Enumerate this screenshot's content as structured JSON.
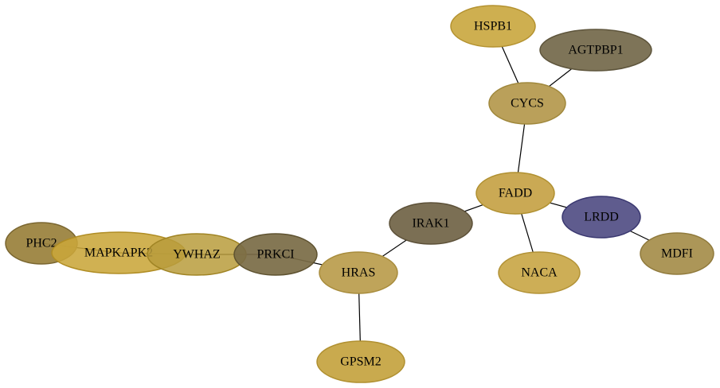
{
  "graph": {
    "nodes": [
      {
        "id": "PHC2",
        "label": "PHC2",
        "color": "#9c8440",
        "stroke": "#7a6630",
        "alpha": 0.95
      },
      {
        "id": "MAPKAPK2",
        "label": "MAPKAPK2",
        "color": "#c9a63a",
        "stroke": "#b08d24",
        "alpha": 0.88
      },
      {
        "id": "YWHAZ",
        "label": "YWHAZ",
        "color": "#b99c3c",
        "stroke": "#a08424",
        "alpha": 0.85
      },
      {
        "id": "PRKCI",
        "label": "PRKCI",
        "color": "#7a6b45",
        "stroke": "#5e5230",
        "alpha": 0.92
      },
      {
        "id": "HRAS",
        "label": "HRAS",
        "color": "#bfa45a",
        "stroke": "#a88c3c",
        "alpha": 1
      },
      {
        "id": "GPSM2",
        "label": "GPSM2",
        "color": "#c9aa4e",
        "stroke": "#b09030",
        "alpha": 1
      },
      {
        "id": "IRAK1",
        "label": "IRAK1",
        "color": "#7b6f54",
        "stroke": "#5c5038",
        "alpha": 1
      },
      {
        "id": "FADD",
        "label": "FADD",
        "color": "#caa954",
        "stroke": "#b09030",
        "alpha": 1
      },
      {
        "id": "CYCS",
        "label": "CYCS",
        "color": "#baa05a",
        "stroke": "#a0883c",
        "alpha": 1
      },
      {
        "id": "HSPB1",
        "label": "HSPB1",
        "color": "#ceaf50",
        "stroke": "#b49230",
        "alpha": 1
      },
      {
        "id": "AGTPBP1",
        "label": "AGTPBP1",
        "color": "#7e7458",
        "stroke": "#5e553c",
        "alpha": 1
      },
      {
        "id": "LRDD",
        "label": "LRDD",
        "color": "#5f5c8e",
        "stroke": "#3a3870",
        "alpha": 1
      },
      {
        "id": "MDFI",
        "label": "MDFI",
        "color": "#ac9658",
        "stroke": "#907a3c",
        "alpha": 1
      },
      {
        "id": "NACA",
        "label": "NACA",
        "color": "#cdae56",
        "stroke": "#b29236",
        "alpha": 1
      }
    ],
    "edges": [
      {
        "from": "HSPB1",
        "to": "CYCS"
      },
      {
        "from": "AGTPBP1",
        "to": "CYCS"
      },
      {
        "from": "CYCS",
        "to": "FADD"
      },
      {
        "from": "FADD",
        "to": "IRAK1"
      },
      {
        "from": "FADD",
        "to": "LRDD"
      },
      {
        "from": "FADD",
        "to": "NACA"
      },
      {
        "from": "LRDD",
        "to": "MDFI"
      },
      {
        "from": "IRAK1",
        "to": "HRAS"
      },
      {
        "from": "HRAS",
        "to": "PRKCI"
      },
      {
        "from": "HRAS",
        "to": "GPSM2"
      },
      {
        "from": "PRKCI",
        "to": "YWHAZ"
      },
      {
        "from": "YWHAZ",
        "to": "MAPKAPK2"
      },
      {
        "from": "MAPKAPK2",
        "to": "PHC2"
      }
    ]
  }
}
